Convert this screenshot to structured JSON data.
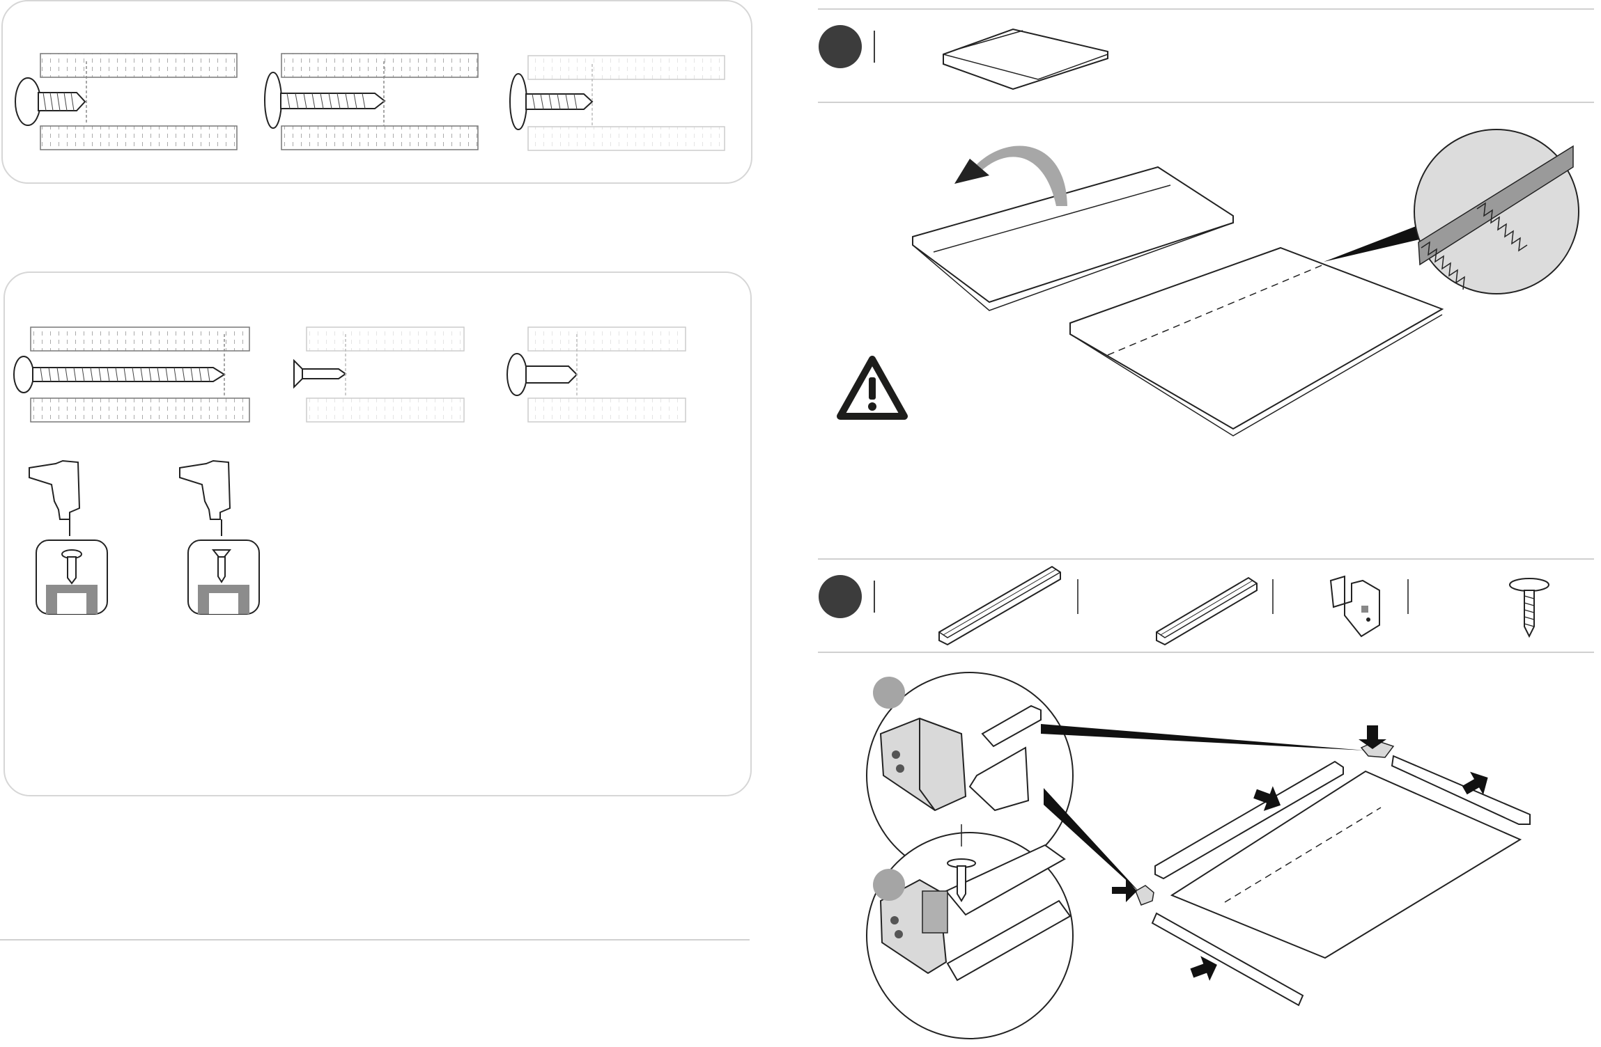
{
  "document": {
    "left_page": {
      "screw_panel_1": {
        "screws": [
          "pan-head-short-screw",
          "pan-head-long-screw",
          "pan-head-tapping-screw-faded"
        ]
      },
      "screw_panel_2": {
        "screws": [
          "long-pan-head-screw",
          "countersunk-screw-faded",
          "pan-head-screw-faded"
        ],
        "tool_guides": [
          "drill-pan-head-guide",
          "drill-countersunk-guide"
        ]
      }
    },
    "right_page": {
      "step_1": {
        "parts": [
          "corrugated-board"
        ],
        "warning": "warning-triangle-icon"
      },
      "step_2": {
        "parts": [
          "long-rail-profile",
          "short-rail-profile",
          "corner-bracket",
          "flange-head-screw"
        ],
        "callouts": [
          "detail-a",
          "detail-b"
        ]
      }
    }
  }
}
